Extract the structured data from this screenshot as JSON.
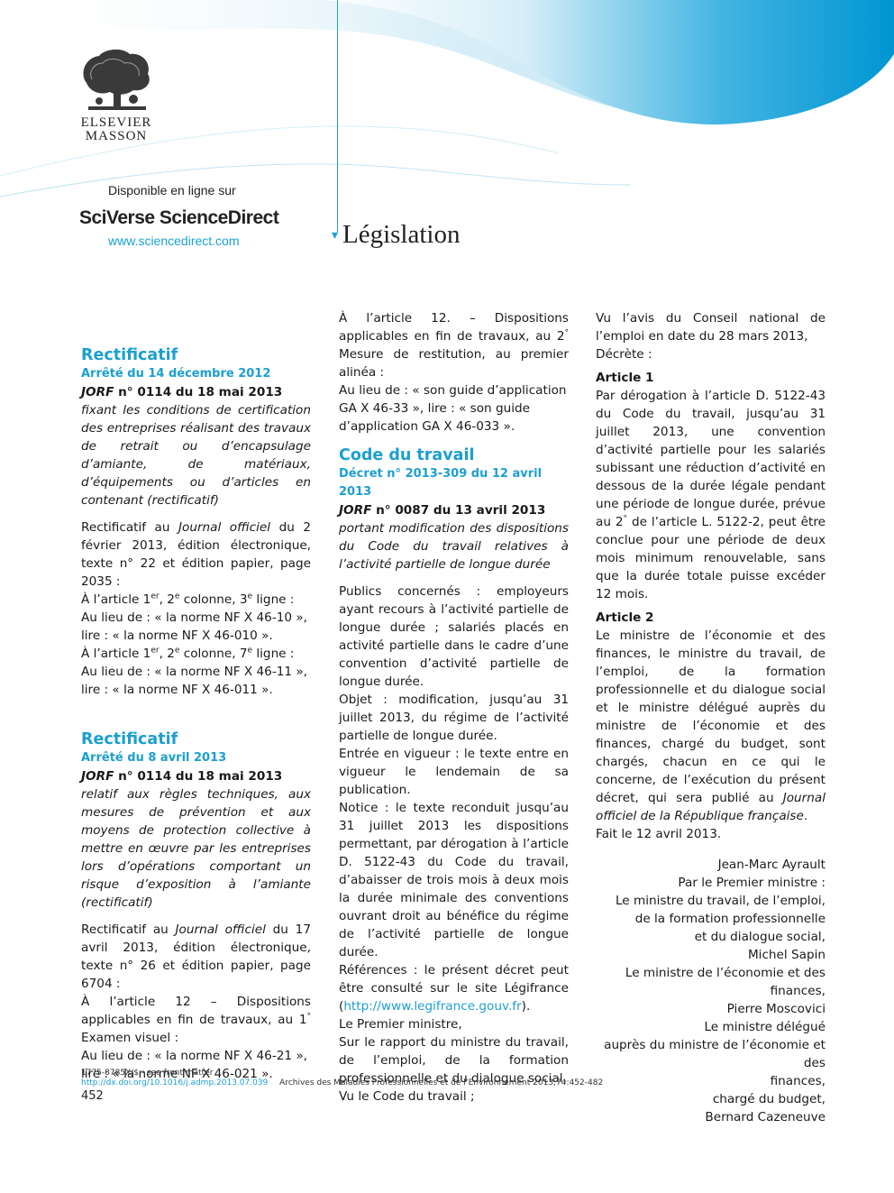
{
  "header": {
    "logo_line1": "ELSEVIER",
    "logo_line2": "MASSON",
    "available": "Disponible en ligne sur",
    "brand": "SciVerse ScienceDirect",
    "url": "www.sciencedirect.com",
    "section": "Législation",
    "colors": {
      "accent": "#1c9fd1",
      "wave_light": "#bfe4f3",
      "wave_dark": "#009ad4"
    }
  },
  "col1": {
    "r1_title": "Rectificatif",
    "r1_subtitle": "Arrêté du 14 décembre 2012",
    "r1_jorf_a": "JORF",
    "r1_jorf_b": " n° 0114 du 18 mai 2013",
    "r1_desc": "fixant les conditions de certification des entreprises réalisant des travaux de retrait ou d’encapsulage d’amiante, de matériaux, d’équipements ou d’articles en contenant (rectificatif)",
    "r1_p1a": "Rectificatif au ",
    "r1_p1b": "Journal officiel",
    "r1_p1c": " du 2 février 2013, édition électronique, texte n° 22 et édition papier, page 2035 :",
    "r1_l1a": "À l’article 1",
    "r1_l1b": "er",
    "r1_l1c": ", 2",
    "r1_l1d": "e",
    "r1_l1e": " colonne, 3",
    "r1_l1f": "e",
    "r1_l1g": " ligne :",
    "r1_l2": "Au lieu de : « la norme NF X 46-10 », lire : « la norme NF X 46-010 ».",
    "r1_l3a": "À l’article 1",
    "r1_l3b": "er",
    "r1_l3c": ", 2",
    "r1_l3d": "e",
    "r1_l3e": " colonne, 7",
    "r1_l3f": "e",
    "r1_l3g": " ligne :",
    "r1_l4": "Au lieu de : « la norme NF X 46-11 », lire : « la norme NF X 46-011 ».",
    "r2_title": "Rectificatif",
    "r2_subtitle": "Arrêté du 8 avril 2013",
    "r2_jorf_a": "JORF",
    "r2_jorf_b": " n° 0114 du 18 mai 2013",
    "r2_desc": "relatif aux règles techniques, aux mesures de prévention et aux moyens de protection collective à mettre en œuvre par les entreprises lors d’opérations comportant un risque d’exposition à l’amiante (rectificatif)",
    "r2_p1a": "Rectificatif au ",
    "r2_p1b": "Journal officiel",
    "r2_p1c": " du 17 avril 2013, édition électronique, texte n° 26 et édition papier, page 6704 :",
    "r2_l1a": "À l’article 12 – Dispositions applicables en fin de travaux, au 1",
    "r2_l1b": "°",
    "r2_l1c": " Examen visuel :",
    "r2_l2": "Au lieu de : « la norme NF X 46-21 », lire : « la norme NF X 46-021 »."
  },
  "col2": {
    "c1a": "À l’article 12. – Dispositions applicables en fin de travaux, au 2",
    "c1b": "°",
    "c1c": " Mesure de restitution, au premier alinéa :",
    "c2": "Au lieu de : « son guide d’application GA X 46-33 », lire : « son guide d’application GA X 46-033 ».",
    "title": "Code du travail",
    "subtitle": "Décret n° 2013-309 du 12 avril 2013",
    "jorf_a": "JORF",
    "jorf_b": " n° 0087 du 13 avril 2013",
    "desc": "portant modification des dispositions du Code du travail relatives à l’activité partielle de longue durée",
    "p1": "Publics concernés : employeurs ayant recours à l’activité partielle de longue durée ; salariés placés en activité partielle dans le cadre d’une convention d’activité partielle de longue durée.",
    "p2": "Objet : modification, jusqu’au 31 juillet 2013, du régime de l’activité partielle de longue durée.",
    "p3": "Entrée en vigueur : le texte entre en vigueur le lendemain de sa publication.",
    "p4": "Notice : le texte reconduit jusqu’au 31 juillet 2013 les dispositions permettant, par dérogation à l’article D. 5122-43 du Code du travail, d’abaisser de trois mois à deux mois la durée minimale des conventions ouvrant droit au bénéfice du régime de l’activité partielle de longue durée.",
    "p5a": "Références : le présent décret peut être consulté sur le site Légifrance (",
    "p5link": "http://www.legifrance.gouv.fr",
    "p5c": ").",
    "p6": "Le Premier ministre,",
    "p7": "Sur le rapport du ministre du travail, de l’emploi, de la formation professionnelle et du dialogue social,",
    "p8": "Vu le Code du travail ;"
  },
  "col3": {
    "p1": "Vu l’avis du Conseil national de l’emploi en date du 28 mars 2013,",
    "p2": "Décrète :",
    "a1_title": "Article 1",
    "a1_texta": "Par dérogation à l’article D. 5122-43 du Code du travail, jusqu’au 31 juillet 2013, une convention d’activité partielle pour les salariés subissant une réduction d’activité en dessous de la durée légale pendant une période de longue durée, prévue au 2",
    "a1_textb": "°",
    "a1_textc": " de l’article L. 5122-2, peut être conclue pour une période de deux mois minimum renouvelable, sans que la durée totale puisse excéder 12 mois.",
    "a2_title": "Article 2",
    "a2_texta": "Le ministre de l’économie et des finances, le ministre du travail, de l’emploi, de la formation professionnelle et du dialogue social et le ministre délégué auprès du ministre de l’économie et des finances, chargé du budget, sont chargés, chacun en ce qui le concerne, de l’exécution du présent décret, qui sera publié au ",
    "a2_textb": "Journal officiel de la République française",
    "a2_textc": ".",
    "done": "Fait le 12 avril 2013.",
    "sig": [
      "Jean-Marc Ayrault",
      "Par le Premier ministre :",
      "Le ministre du travail, de l’emploi,",
      "de la formation professionnelle",
      "et du dialogue social,",
      "Michel Sapin",
      "Le ministre de l’économie et des",
      "finances,",
      "Pierre Moscovici",
      "Le ministre délégué",
      "auprès du ministre de l’économie et des",
      "finances,",
      "chargé du budget,",
      "Bernard Cazeneuve"
    ]
  },
  "footer": {
    "issn": "1775-8785X/$ - see front matter",
    "doi": "http://dx.doi.org/10.1016/j.admp.2013.07.039",
    "journal": "Archives des Maladies Professionnelles et de l’Environnement 2013;74:452-482",
    "page": "452"
  }
}
